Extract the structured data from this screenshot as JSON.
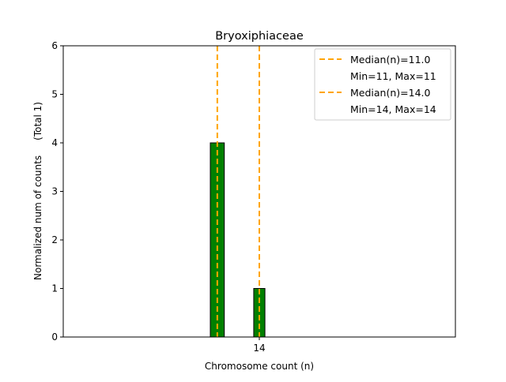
{
  "chart_data": {
    "type": "bar",
    "title": "Bryoxiphiaceae",
    "xlabel": "Chromosome count (n)",
    "ylabel": "Normalized num of counts     (Total 1)",
    "xlim": [
      0,
      28
    ],
    "ylim": [
      0,
      6
    ],
    "xticks": [
      14
    ],
    "xtick_labels": [
      "14"
    ],
    "yticks": [
      0,
      1,
      2,
      3,
      4,
      5,
      6
    ],
    "ytick_labels": [
      "0",
      "1",
      "2",
      "3",
      "4",
      "5",
      "6"
    ],
    "bars": [
      {
        "x": 11,
        "value": 4,
        "width": 1.0
      },
      {
        "x": 14,
        "value": 1,
        "width": 0.8
      }
    ],
    "bar_color": "#008000",
    "median_lines": [
      {
        "x": 11.0,
        "label": "Median(n)=11.0",
        "range_label": "Min=11, Max=11"
      },
      {
        "x": 14.0,
        "label": "Median(n)=14.0",
        "range_label": "Min=14, Max=14"
      }
    ],
    "median_color": "#FFA500",
    "legend_position": "top-right",
    "grid": false
  }
}
